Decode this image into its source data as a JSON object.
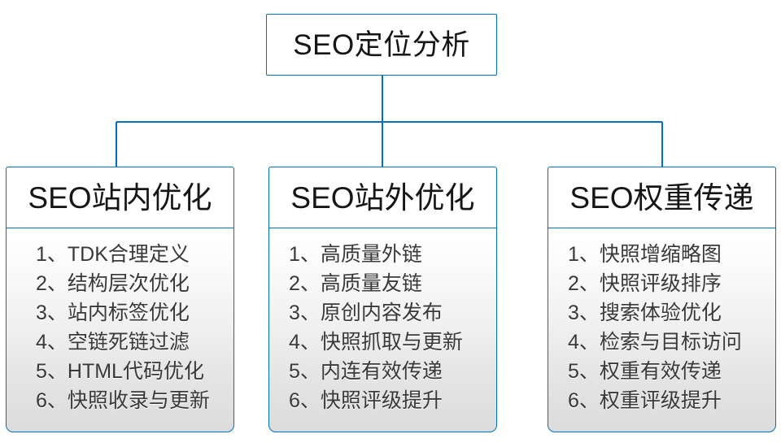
{
  "diagram": {
    "type": "org-chart",
    "title": "SEO定位分析",
    "accent_color": "#0070C0",
    "root": {
      "label": "SEO定位分析"
    },
    "branches": [
      {
        "header": "SEO站内优化",
        "items": [
          "1、TDK合理定义",
          "2、结构层次优化",
          "3、站内标签优化",
          "4、空链死链过滤",
          "5、HTML代码优化",
          "6、快照收录与更新"
        ]
      },
      {
        "header": "SEO站外优化",
        "items": [
          "1、高质量外链",
          "2、高质量友链",
          "3、原创内容发布",
          "4、快照抓取与更新",
          "5、内连有效传递",
          "6、快照评级提升"
        ]
      },
      {
        "header": "SEO权重传递",
        "items": [
          "1、快照增缩略图",
          "2、快照评级排序",
          "3、搜索体验优化",
          "4、检索与目标访问",
          "5、权重有效传递",
          "6、权重评级提升"
        ]
      }
    ]
  }
}
